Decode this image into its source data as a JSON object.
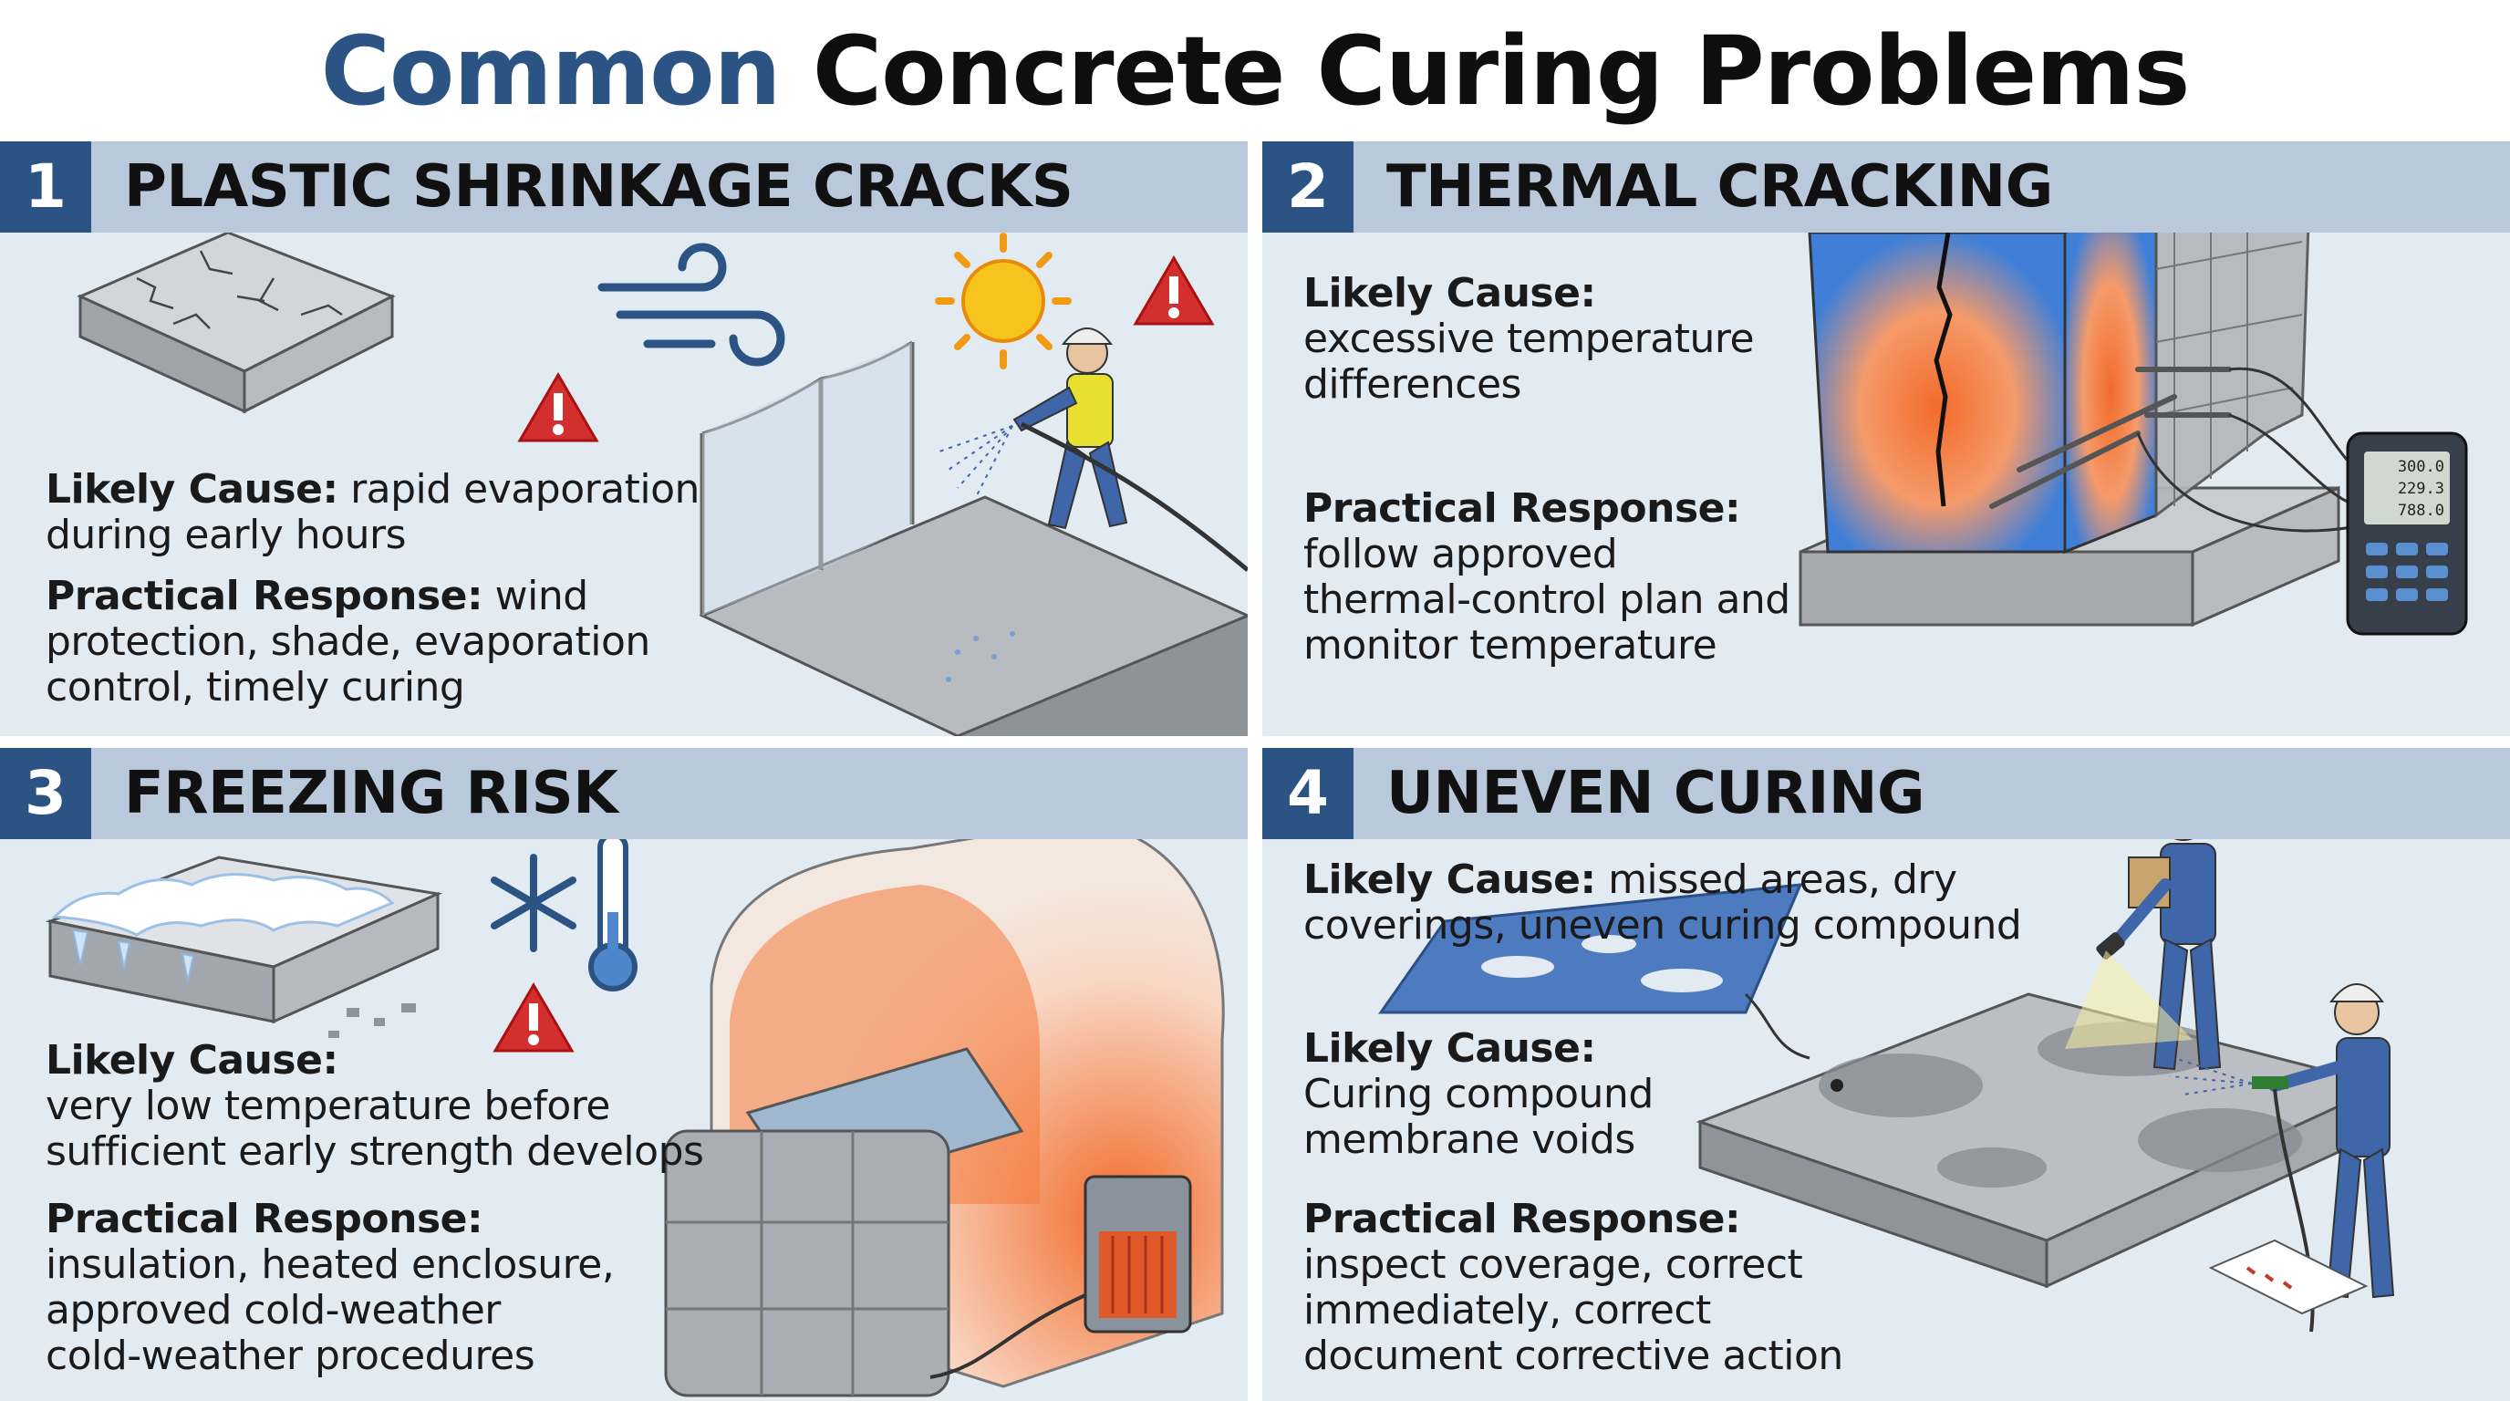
{
  "title": {
    "accent": "Common",
    "rest": "Concrete Curing Problems"
  },
  "panels": [
    {
      "number": "1",
      "heading": "PLASTIC SHRINKAGE CRACKS",
      "cause_label": "Likely Cause:",
      "cause_lines": [
        "rapid evaporation",
        "during early hours"
      ],
      "response_label": "Practical Response:",
      "response_lines": [
        "wind",
        "protection, shade, evaporation",
        "control, timely curing"
      ]
    },
    {
      "number": "2",
      "heading": "THERMAL CRACKING",
      "cause_label": "Likely Cause:",
      "cause_lines": [
        "excessive temperature",
        "differences"
      ],
      "response_label": "Practical Response:",
      "response_lines": [
        "follow approved",
        "thermal-control plan and",
        "monitor temperature"
      ],
      "meter_readings": [
        "300.0",
        "229.3",
        "788.0"
      ]
    },
    {
      "number": "3",
      "heading": "FREEZING RISK",
      "cause_label": "Likely Cause:",
      "cause_lines": [
        "very low temperature before",
        "sufficient early strength develops"
      ],
      "response_label": "Practical Response:",
      "response_lines": [
        "insulation, heated enclosure,",
        "approved cold-weather",
        "cold-weather procedures"
      ]
    },
    {
      "number": "4",
      "heading": "UNEVEN CURING",
      "cause_label": "Likely Cause:",
      "cause_lines": [
        "missed areas, dry",
        "coverings, uneven curing compound"
      ],
      "cause2_label": "Likely Cause:",
      "cause2_lines": [
        "Curing compound",
        "membrane voids"
      ],
      "response_label": "Practical Response:",
      "response_lines": [
        "inspect coverage, correct",
        "immediately, correct",
        "document corrective action"
      ]
    }
  ],
  "colors": {
    "accent": "#2b5484",
    "header_band": "#b9c9db",
    "panel_bg": "#e3ebf2",
    "warning": "#d32f2f",
    "heat": "#f26b2a",
    "worker_blue": "#3f66a8",
    "vest": "#e8e030"
  }
}
